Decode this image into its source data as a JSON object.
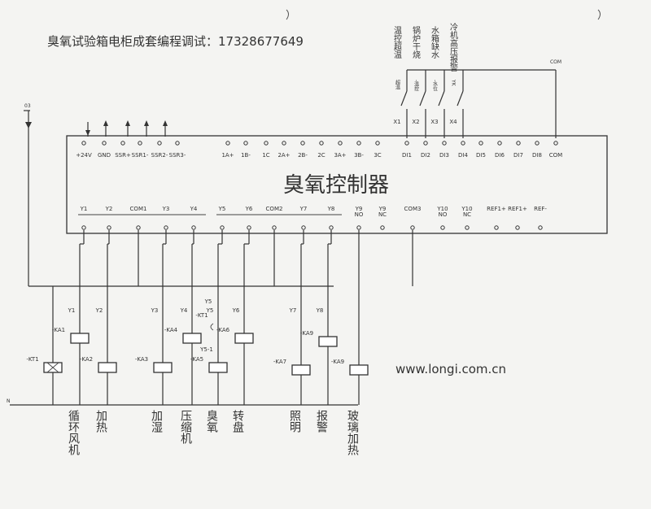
{
  "watermark_top": "臭氧试验箱电柜成套编程调试：17328677649",
  "watermark_bottom": "www.longi.com.cn",
  "controller_title": "臭氧控制器",
  "left_bus_label": "03",
  "bottom_bus_label": "N",
  "com_label": "COM",
  "top_terminals": [
    "+24V",
    "GND",
    "SSR+",
    "SSR1-",
    "SSR2-",
    "SSR3-",
    "1A+",
    "1B-",
    "1C",
    "2A+",
    "2B-",
    "2C",
    "3A+",
    "3B-",
    "3C",
    "DI1",
    "DI2",
    "DI3",
    "DI4",
    "DI5",
    "DI6",
    "DI7",
    "DI8",
    "COM"
  ],
  "inputs": [
    {
      "x": "X1",
      "switch": "超温",
      "desc": "温控超温"
    },
    {
      "x": "X2",
      "switch": "-温控",
      "desc": "锅炉干烧"
    },
    {
      "x": "X3",
      "switch": "-水位",
      "desc": "水箱缺水"
    },
    {
      "x": "X4",
      "switch": "YK",
      "desc": "冷机高压报警"
    }
  ],
  "bottom_terminals": [
    {
      "top": "Y1",
      "bot": ""
    },
    {
      "top": "Y2",
      "bot": ""
    },
    {
      "top": "COM1",
      "bot": ""
    },
    {
      "top": "Y3",
      "bot": ""
    },
    {
      "top": "Y4",
      "bot": ""
    },
    {
      "top": "Y5",
      "bot": ""
    },
    {
      "top": "Y6",
      "bot": ""
    },
    {
      "top": "COM2",
      "bot": ""
    },
    {
      "top": "Y7",
      "bot": ""
    },
    {
      "top": "Y8",
      "bot": ""
    },
    {
      "top": "Y9",
      "bot": "NO"
    },
    {
      "top": "Y9",
      "bot": "NC"
    },
    {
      "top": "COM3",
      "bot": ""
    },
    {
      "top": "Y10",
      "bot": "NO"
    },
    {
      "top": "Y10",
      "bot": "NC"
    },
    {
      "top": "REF1+",
      "bot": ""
    },
    {
      "top": "REF1+",
      "bot": ""
    },
    {
      "top": "REF-",
      "bot": ""
    }
  ],
  "branch_labels": [
    "Y1",
    "Y2",
    "Y3",
    "Y4",
    "Y5",
    "Y6",
    "Y7",
    "Y8"
  ],
  "kt1_labels": [
    "Y5",
    "-KT1",
    "Y5-1"
  ],
  "coils": [
    "-KT1",
    "-KA1",
    "-KA2",
    "-KA3",
    "-KA4",
    "-KA5",
    "-KA6",
    "-KA7",
    "-KA9",
    "-KA9"
  ],
  "loads": [
    "循环风机",
    "加热",
    "加湿",
    "压缩机",
    "臭氧",
    "转盘",
    "照明",
    "报警",
    "玻璃加热"
  ]
}
